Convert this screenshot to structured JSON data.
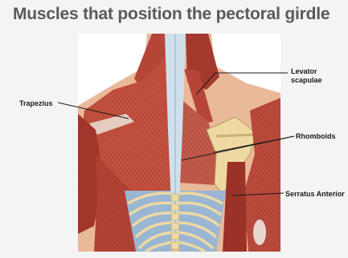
{
  "title": "Muscles that position the pectoral girdle",
  "labels": {
    "levator": "Levator\nscapulae",
    "trapezius": "Trapezius",
    "rhomboids": "Rhomboids",
    "serratus": "Serratus Anterior"
  },
  "colors": {
    "muscle_dark": "#8e2a22",
    "muscle_mid": "#b8473a",
    "muscle_light": "#d0705e",
    "skin": "#e9b99a",
    "bone": "#eed9a2",
    "tendon": "#cfe0ec",
    "lung": "#9bb6d2",
    "background": "#f4f4f4"
  }
}
